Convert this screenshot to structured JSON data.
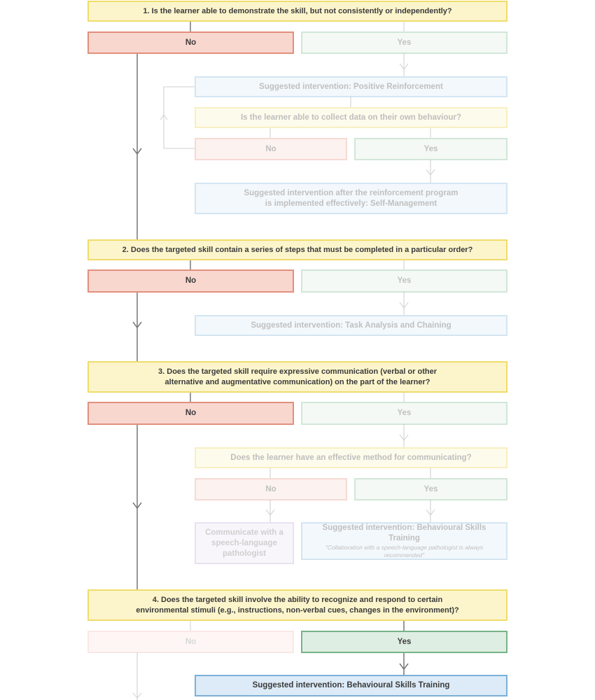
{
  "q1": {
    "text": "1. Is the learner able to demonstrate the skill, but not consistently or independently?"
  },
  "q1_no": "No",
  "q1_yes": "Yes",
  "q1_int": "Suggested intervention: Positive Reinforcement",
  "q1_sub": {
    "text": "Is the learner able to collect data on their own behaviour?"
  },
  "q1_sub_no": "No",
  "q1_sub_yes": "Yes",
  "q1_sub_int": {
    "line1": "Suggested intervention after the reinforcement program",
    "line2": "is implemented effectively: Self-Management"
  },
  "q2": {
    "text": "2. Does the targeted skill contain a series of steps that must be completed in a particular order?"
  },
  "q2_no": "No",
  "q2_yes": "Yes",
  "q2_int": "Suggested intervention: Task Analysis and Chaining",
  "q3": {
    "line1": "3. Does the targeted skill require expressive communication (verbal or other",
    "line2": "alternative and augmentative communication) on the part of the learner?"
  },
  "q3_no": "No",
  "q3_yes": "Yes",
  "q3_sub": {
    "text": "Does the learner have an effective method for communicating?"
  },
  "q3_sub_no": "No",
  "q3_sub_yes": "Yes",
  "q3_slp": {
    "line1": "Communicate with a",
    "line2": "speech-language",
    "line3": "pathologist"
  },
  "q3_bst": {
    "title": "Suggested intervention: Behavioural Skills Training",
    "note1": "\"Collaboration with a speech-language pathologist is always",
    "note2": "recommended\""
  },
  "q4": {
    "line1": "4. Does the targeted skill involve the ability to recognize and respond to certain",
    "line2": "environmental stimuli (e.g., instructions, non-verbal cues, changes in the environment)?"
  },
  "q4_no": "No",
  "q4_yes": "Yes",
  "q4_int": "Suggested intervention: Behavioural Skills Training",
  "colors": {
    "question_bg": "#fcf5cc",
    "question_border": "#f0dc6b",
    "no_bg": "#f8d7cf",
    "no_border": "#e28f7d",
    "yes_bg": "#dfeee2",
    "yes_border": "#76b388",
    "intervention_bg": "#dcebf7",
    "intervention_border": "#7cb0d8",
    "connector": "#777777"
  }
}
